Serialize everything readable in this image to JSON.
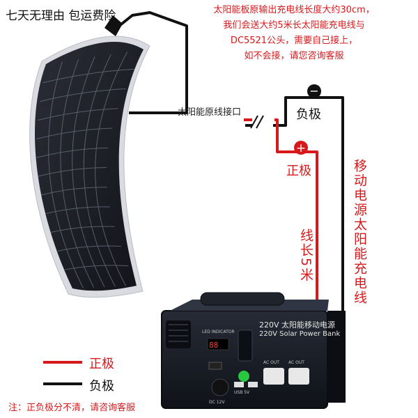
{
  "promo_text": "七天无理由 包运费险",
  "note_lines": [
    "太阳能板原输出充电线长度大约30cm，",
    "我们会送大约5米长太阳能充电线与",
    "DC5521公头，需要自己接上，",
    "如不会接，请您咨询客服"
  ],
  "labels": {
    "panel_interface": "太阳能原线接口",
    "negative_terminal": "负极",
    "positive_terminal": "正极",
    "cable_name": "移动电源太阳能充电线",
    "cable_length": "线长5米"
  },
  "legend": {
    "positive": "正极",
    "negative": "负极"
  },
  "footnote": "注：正负极分不清，请咨询客服",
  "power_bank": {
    "title_cn": "220V 太阳能移动电源",
    "title_en": "220V Solar Power Bank",
    "led_label": "LED INDICATOR",
    "port_labels": [
      "AC OUT",
      "AC OUT",
      "DC 12V",
      "USB 5V"
    ]
  },
  "colors": {
    "positive": "#d7191c",
    "negative": "#111111",
    "panel": "#1b1d24",
    "device": "#161a22"
  }
}
